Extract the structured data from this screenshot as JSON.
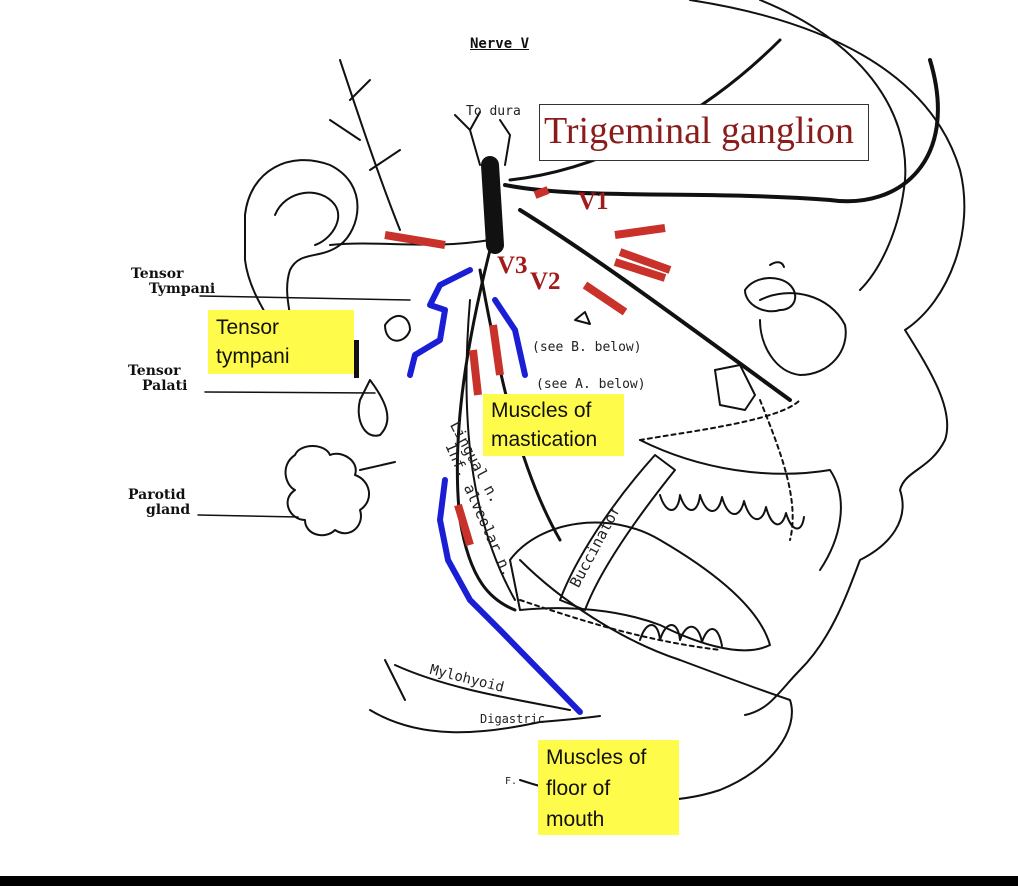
{
  "figure": {
    "title": "Nerve V",
    "box_label": "Trigeminal ganglion",
    "divisions": [
      "V1",
      "V2",
      "V3"
    ],
    "to_dura": "To dura",
    "left_labels": {
      "tensor_tympani": [
        "Tensor",
        "Tympani"
      ],
      "tensor_palati": [
        "Tensor",
        "Palati"
      ],
      "parotid": [
        "Parotid",
        "gland"
      ]
    },
    "notes": {
      "see_b": "(see B. below)",
      "see_a": "(see A. below)"
    },
    "callouts": {
      "tensor": [
        "Tensor",
        "tympani"
      ],
      "mastication": [
        "Muscles of",
        "mastication"
      ],
      "floor": [
        "Muscles of",
        "floor of",
        "mouth"
      ]
    },
    "structures": {
      "lingual": "Lingual n.",
      "inf_alveolar": "Inf. alveolar n.",
      "buccinator": "Buccinator",
      "mylohyoid": "Mylohyoid",
      "digastric": "Digastric",
      "signature": "F."
    },
    "colors": {
      "ink": "#111111",
      "red_overlay": "#c8322a",
      "blue_overlay": "#1a1fd6",
      "callout_bg": "#fffb4a",
      "ganglion_text": "#8a1c1c"
    }
  }
}
